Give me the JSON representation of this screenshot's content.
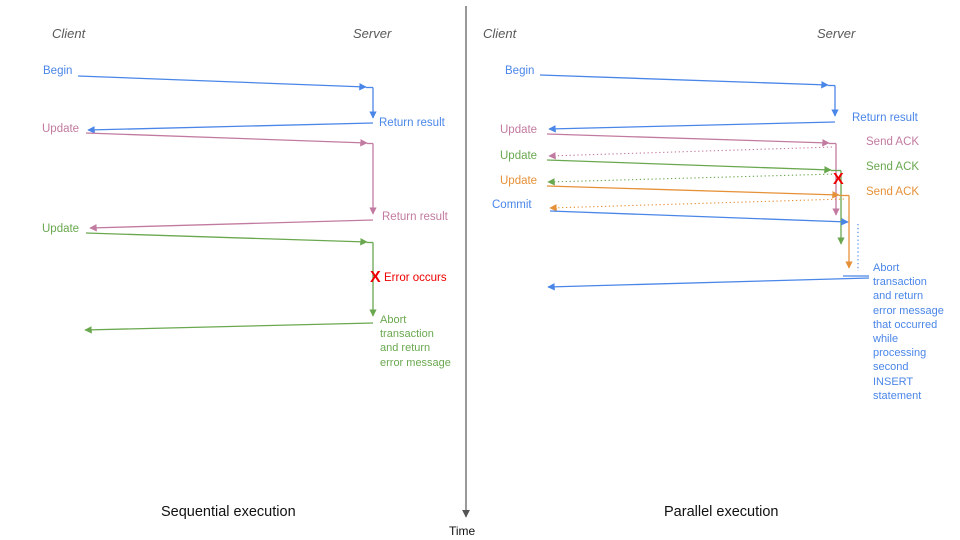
{
  "colors": {
    "blue": "#4a86e8",
    "pink": "#c27ba0",
    "green": "#6aa84f",
    "orange": "#e69138",
    "red": "#ee0000",
    "header_gray": "#595959",
    "axis_gray": "#555555"
  },
  "time_axis": {
    "label": "Time"
  },
  "sequential": {
    "title": "Sequential execution",
    "client_header": "Client",
    "server_header": "Server",
    "begin_label": "Begin",
    "begin_return_label": "Return result",
    "update1_label": "Update",
    "update1_return_label": "Return result",
    "update2_label": "Update",
    "error_x": "X",
    "error_label": "Error occurs",
    "abort_note": "Abort\ntransaction\nand return\nerror message"
  },
  "parallel": {
    "title": "Parallel execution",
    "client_header": "Client",
    "server_header": "Server",
    "begin_label": "Begin",
    "begin_return_label": "Return result",
    "update1_label": "Update",
    "update2_label": "Update",
    "update3_label": "Update",
    "commit_label": "Commit",
    "ack1_label": "Send ACK",
    "ack2_label": "Send ACK",
    "ack3_label": "Send ACK",
    "error_x": "X",
    "abort_note": "Abort\ntransaction\nand return\nerror message\nthat occurred\nwhile\nprocessing\nsecond\nINSERT\nstatement"
  }
}
